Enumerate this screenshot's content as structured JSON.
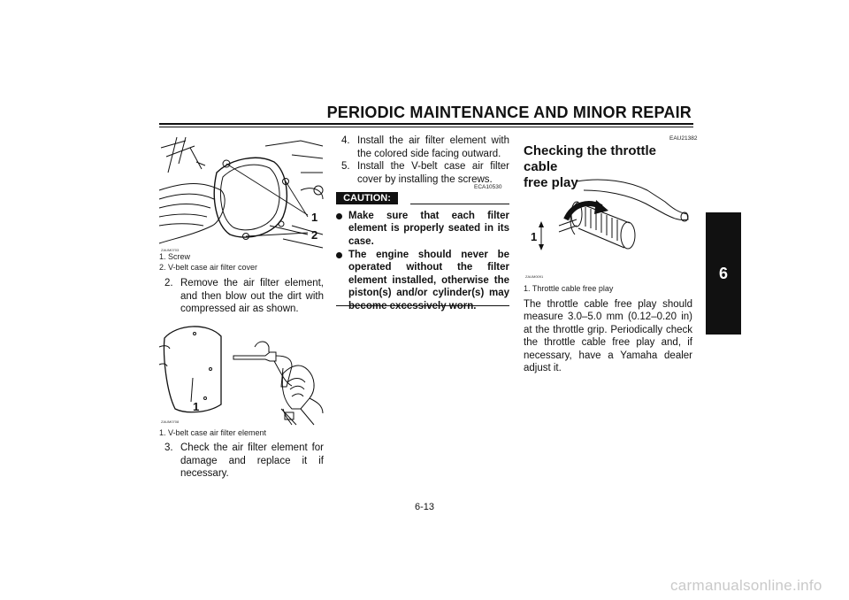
{
  "header": {
    "title": "PERIODIC MAINTENANCE AND MINOR REPAIR"
  },
  "chapter_tab": "6",
  "figure1": {
    "code": "ZAUM0703",
    "labels": [
      "1",
      "2"
    ],
    "captions": [
      "1. Screw",
      "2. V-belt case air filter cover"
    ]
  },
  "steps_left": [
    {
      "num": "2.",
      "text": "Remove the air filter element, and then blow out the dirt with compressed air as shown."
    },
    {
      "num": "3.",
      "text": "Check the air filter element for damage and replace it if necessary."
    }
  ],
  "figure2": {
    "code": "ZAUM0708",
    "labels": [
      "1"
    ],
    "captions": [
      "1. V-belt case air filter element"
    ]
  },
  "steps_middle": [
    {
      "num": "4.",
      "text": "Install the air filter element with the colored side facing outward."
    },
    {
      "num": "5.",
      "text": "Install the V-belt case air filter cover by installing the screws."
    }
  ],
  "caution": {
    "code": "ECA10530",
    "label": "CAUTION:",
    "items": [
      "Make sure that each filter element is properly seated in its case.",
      "The engine should never be operated without the filter element installed, otherwise the piston(s) and/or cylinder(s) may become excessively worn."
    ]
  },
  "section": {
    "code": "EAU21382",
    "title_line1": "Checking the throttle cable",
    "title_line2": "free play",
    "figure": {
      "code": "ZAUM0091",
      "labels": [
        "1"
      ],
      "captions": [
        "1. Throttle cable free play"
      ]
    },
    "body": "The throttle cable free play should measure 3.0–5.0 mm (0.12–0.20 in) at the throttle grip. Periodically check the throttle cable free play and, if necessary, have a Yamaha dealer adjust it."
  },
  "page_number": "6-13",
  "watermark": "carmanualsonline.info"
}
